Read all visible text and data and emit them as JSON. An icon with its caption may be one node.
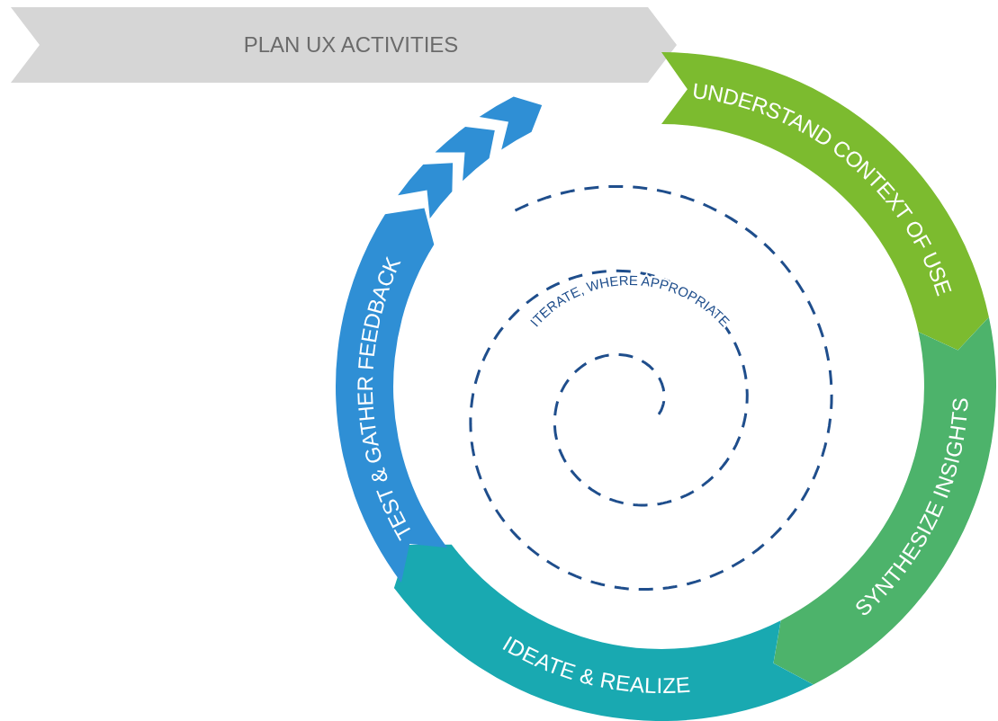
{
  "diagram": {
    "nodes": [
      {
        "text": [
          "PLAN UX ACTIVITIES"
        ]
      },
      {
        "text": [
          "UNDERSTAND CONTEXT OF USE"
        ]
      },
      {
        "text": [
          "SYNTHESIZE INSIGHTS"
        ]
      },
      {
        "text": [
          "IDEATE & REALIZE"
        ]
      },
      {
        "text": [
          "TEST & GATHER FEEDBACK"
        ]
      }
    ],
    "labels": [
      "ITERATE, WHERE APPROPRIATE"
    ]
  }
}
